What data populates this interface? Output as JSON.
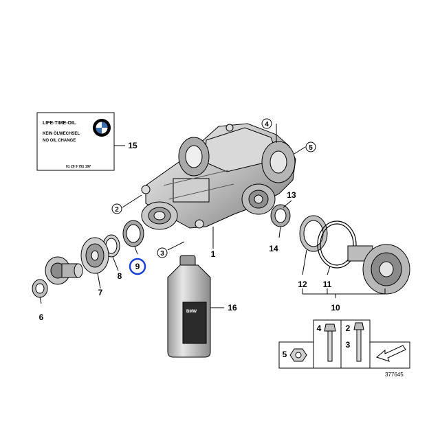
{
  "label_card": {
    "line1": "LIFE-TIME-OIL",
    "line2": "KEIN ÖLWECHSEL",
    "line3": "NO OIL CHANGE",
    "part_no": "01 29 9 791 197"
  },
  "oil_bottle_label": "BMW",
  "callouts": {
    "c1": "1",
    "c2": "2",
    "c3": "3",
    "c4": "4",
    "c5": "5",
    "c6": "6",
    "c7": "7",
    "c8": "8",
    "c9": "9",
    "c10": "10",
    "c11": "11",
    "c12": "12",
    "c13": "13",
    "c14": "14",
    "c15": "15",
    "c16": "16"
  },
  "hardware_box": {
    "h2": "2",
    "h3": "3",
    "h4": "4",
    "h5": "5"
  },
  "diagram_id": "377645",
  "highlight_color": "#1a3fd6"
}
